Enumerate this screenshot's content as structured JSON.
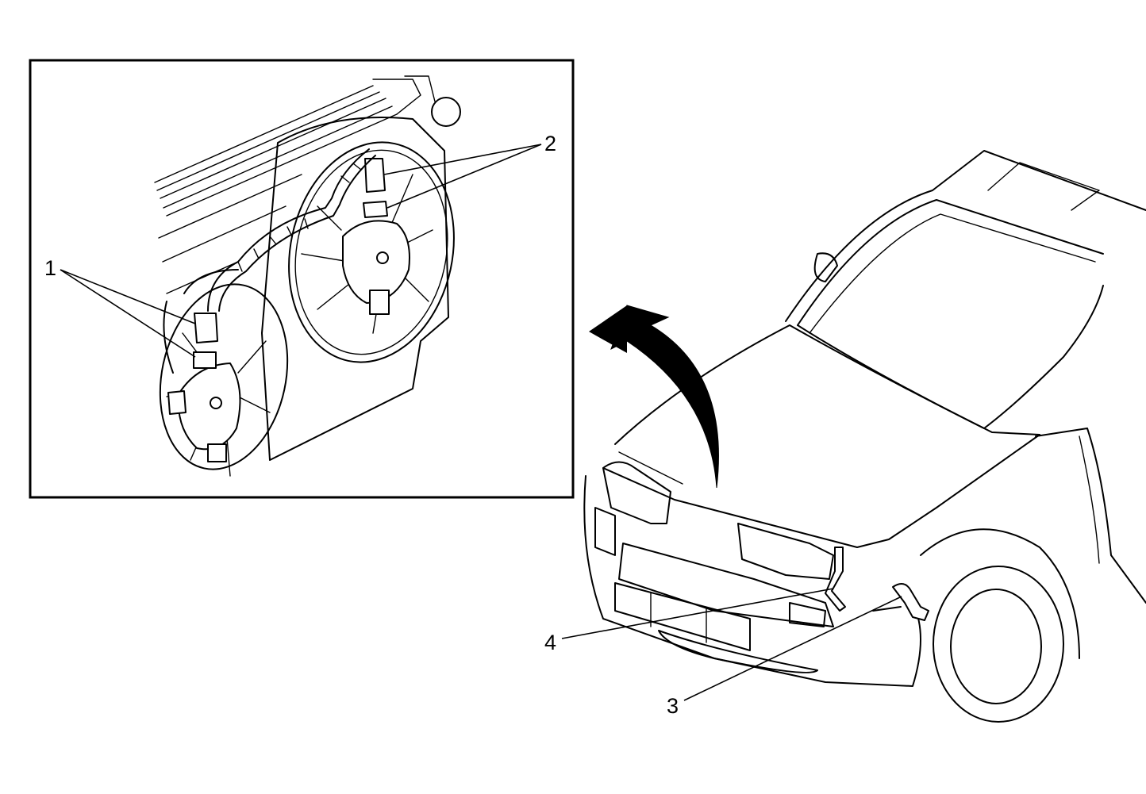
{
  "callouts": {
    "c1": "1",
    "c2": "2",
    "c3": "3",
    "c4": "4"
  },
  "colors": {
    "line": "#000000",
    "background": "#ffffff"
  },
  "icons": {
    "arrow": "curved-arrow-icon"
  }
}
